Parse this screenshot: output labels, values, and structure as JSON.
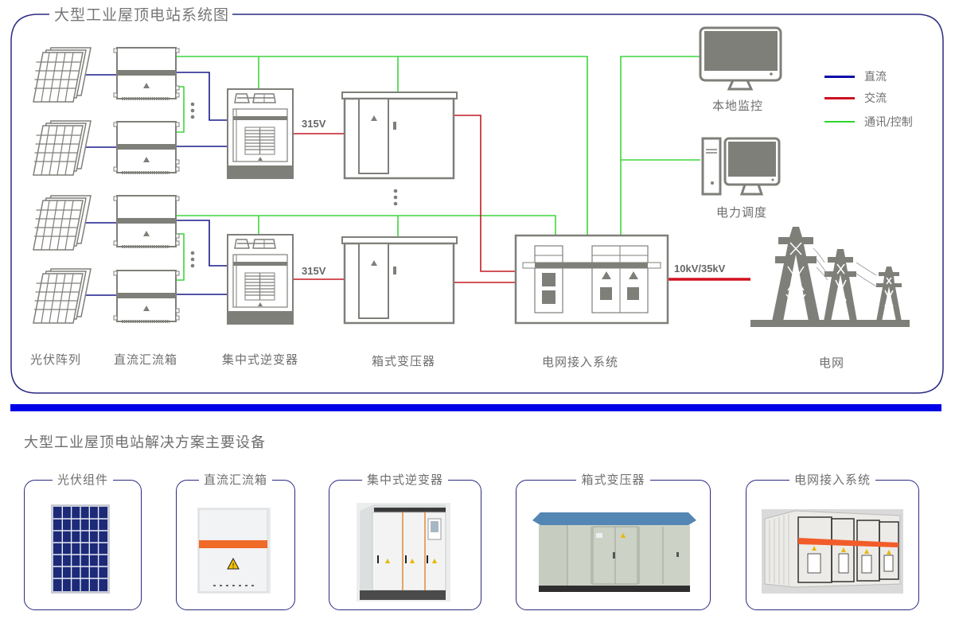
{
  "diagram": {
    "title": "大型工业屋顶电站系统图",
    "stage_labels": {
      "pv_array": "光伏阵列",
      "dc_combiner": "直流汇流箱",
      "central_inverter": "集中式逆变器",
      "box_transformer": "箱式变压器",
      "grid_access": "电网接入系统",
      "grid": "电网"
    },
    "monitor_labels": {
      "local_monitor": "本地监控",
      "dispatch": "电力调度"
    },
    "voltages": {
      "inverter_out_top": "315V",
      "inverter_out_bottom": "315V",
      "grid_out": "10kV/35kV"
    },
    "legend": [
      {
        "label": "直流",
        "color": "#0a0aa8"
      },
      {
        "label": "交流",
        "color": "#d01020"
      },
      {
        "label": "通讯/控制",
        "color": "#2ed62e"
      }
    ],
    "colors": {
      "dc": "#1a1a8c",
      "ac": "#c41a24",
      "comm": "#3fd63f",
      "equipment": "#7f7f7a",
      "frame": "#2a2a80"
    }
  },
  "equipment_section": {
    "title": "大型工业屋顶电站解决方案主要设备",
    "cards": [
      {
        "title": "光伏组件",
        "icon": "solar-panel"
      },
      {
        "title": "直流汇流箱",
        "icon": "combiner-box"
      },
      {
        "title": "集中式逆变器",
        "icon": "inverter-cabinet"
      },
      {
        "title": "箱式变压器",
        "icon": "box-transformer"
      },
      {
        "title": "电网接入系统",
        "icon": "grid-container"
      }
    ]
  }
}
